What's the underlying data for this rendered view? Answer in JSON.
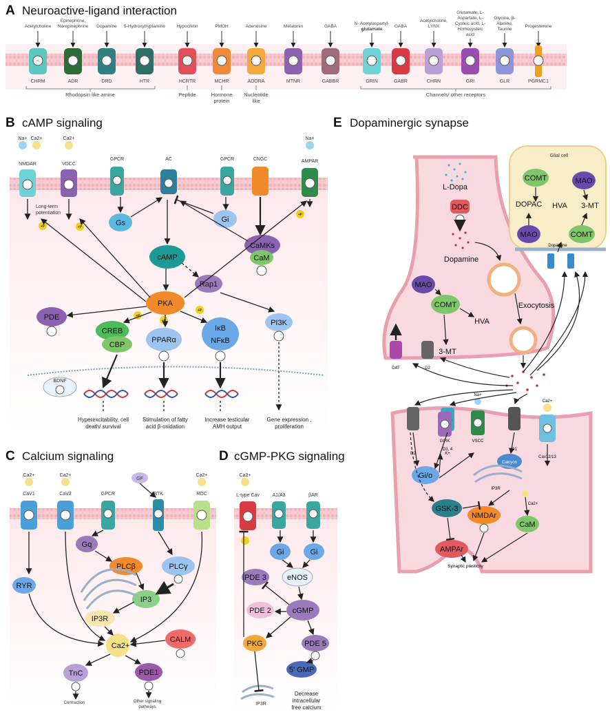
{
  "sections": {
    "a": {
      "letter": "A",
      "title": "Neuroactive-ligand interaction"
    },
    "b": {
      "letter": "B",
      "title": "cAMP signaling"
    },
    "c": {
      "letter": "C",
      "title": "Calcium signaling"
    },
    "d": {
      "letter": "D",
      "title": "cGMP-PKG signaling"
    },
    "e": {
      "letter": "E",
      "title": "Dopaminergic synapse"
    }
  },
  "panel_a": {
    "ligands": [
      "Acetylcholine",
      "Epinephrine,",
      "Norepinephrine",
      "Dopamine",
      "5-Hydroxytryptamine",
      "Hypocretin",
      "PMOH",
      "Adenosine",
      "Melatonin",
      "GABA",
      "N- Acetylaspartyl-",
      "glutamate",
      "GABA",
      "Acetylcholine,",
      "LYNX",
      "Glutamate, L-",
      "Aspartate, L-",
      "Cysteic acid, L-",
      "Homocysteic",
      "acid",
      "Glycine, β-",
      "Alanine,",
      "Taurine",
      "Progesterone"
    ],
    "receptors": [
      "CHRM",
      "ADR",
      "DRD",
      "HTR",
      "HCRTR",
      "MCHR",
      "ADORA",
      "MTNR",
      "GABBR",
      "GRIN",
      "GABR",
      "CHRN",
      "GRI",
      "GLR",
      "PGRMC1"
    ],
    "groups": [
      "Rhodopsin like amine",
      "Peptide",
      "Hormone",
      "protein",
      "Nucleotide",
      "like",
      "Channels/ other receptors"
    ],
    "colors": {
      "teal": "#3aa6a0",
      "green": "#2e6b3a",
      "red": "#e0505a",
      "orange": "#f08a3a",
      "purple": "#8a62b0",
      "blue": "#4aa0d8"
    }
  },
  "panel_b": {
    "ions": [
      "Na+",
      "Ca2+",
      "Ca2+",
      "Na+"
    ],
    "receptors": [
      "NMDAR",
      "VDCC",
      "GPCR",
      "AC",
      "GPCR",
      "CNGC",
      "AMPAR"
    ],
    "nodes": [
      "Gs",
      "Gi",
      "cAMP",
      "Rap1",
      "CaMKs",
      "CaM",
      "PKA",
      "PDE",
      "CREB",
      "CBP",
      "PPARα",
      "IκB",
      "NFκB",
      "PI3K",
      "BDNF"
    ],
    "ltp": [
      "Long-term",
      "potentiation"
    ],
    "phos": "+P",
    "outcomes": [
      "Hyperexcitability, cell",
      "death/ survival",
      "Stimulation of fatty",
      "acid β-oxidation",
      "Increase testicular",
      "AMH output",
      "Gene expression ,",
      "proliferation"
    ]
  },
  "panel_c": {
    "ions": [
      "Ca2+",
      "Ca2+",
      "Ca2+"
    ],
    "receptors": [
      "CaV1",
      "CaV2",
      "GPCR",
      "RTK",
      "ROC"
    ],
    "gf": "GF",
    "nodes": [
      "Gq",
      "PLCβ",
      "PLCγ",
      "IP3",
      "IP3R",
      "RYR",
      "Ca2+",
      "CALM",
      "TnC",
      "PDE1"
    ],
    "outcomes": [
      "Contraction",
      "Other signaling",
      "pathways"
    ]
  },
  "panel_d": {
    "ion": "Ca2+",
    "receptors": [
      "L-type Cav",
      "A1/A3",
      "βAR"
    ],
    "nodes": [
      "Gi",
      "Gi",
      "PDE 3",
      "eNOS",
      "PDE 2",
      "cGMP",
      "PKG",
      "PDE 5",
      "5' GMP",
      "IP3R"
    ],
    "outcome": [
      "Decrease",
      "intracellular",
      "free calcium"
    ]
  },
  "panel_e": {
    "pre": [
      "L-Dopa",
      "DDC",
      "Dopamine",
      "MAO",
      "COMT",
      "HVA",
      "3-MT",
      "Exocytosis",
      "DAT",
      "D2"
    ],
    "glia": [
      "Glial cell",
      "COMT",
      "MAO",
      "DOPAC",
      "HVA",
      "3-MT",
      "MAO",
      "COMT",
      "Dopamine"
    ],
    "post": [
      "D2",
      "D3, 4",
      "Na+",
      "GIRK",
      "VSCC",
      "K+",
      "D1",
      "Ca2+",
      "Cav12/13",
      "Gi/o",
      "Calcyon",
      "IP3R",
      "Ca2+",
      "GSK-3",
      "NMDAr",
      "CaM",
      "AMPAr",
      "Synaptic plasticity"
    ]
  }
}
